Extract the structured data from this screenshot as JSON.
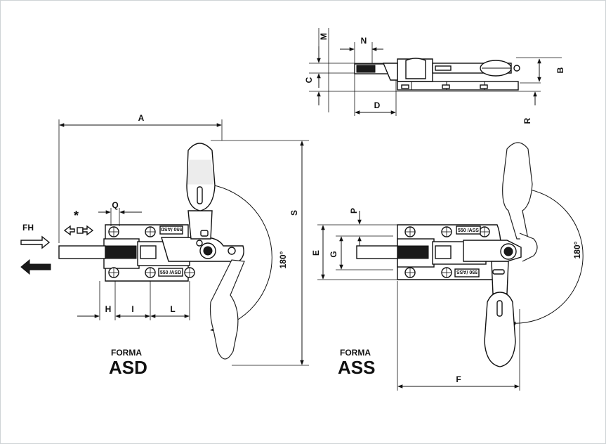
{
  "labels": {
    "A": "A",
    "B": "B",
    "C": "C",
    "D": "D",
    "E": "E",
    "F": "F",
    "G": "G",
    "H": "H",
    "I": "I",
    "L": "L",
    "M": "M",
    "N": "N",
    "P": "P",
    "Q": "Q",
    "R": "R",
    "S": "S"
  },
  "angles": {
    "left": "180°",
    "right": "180°"
  },
  "force": {
    "label": "FH",
    "star": "*"
  },
  "forms": {
    "left": {
      "small": "FORMA",
      "big": "ASD"
    },
    "right": {
      "small": "FORMA",
      "big": "ASS"
    }
  },
  "part_marks": {
    "left": "550 /ASD",
    "right": "550 /ASS"
  },
  "colors": {
    "line": "#111111",
    "background": "#ffffff",
    "frame": "#cfd3d6"
  }
}
